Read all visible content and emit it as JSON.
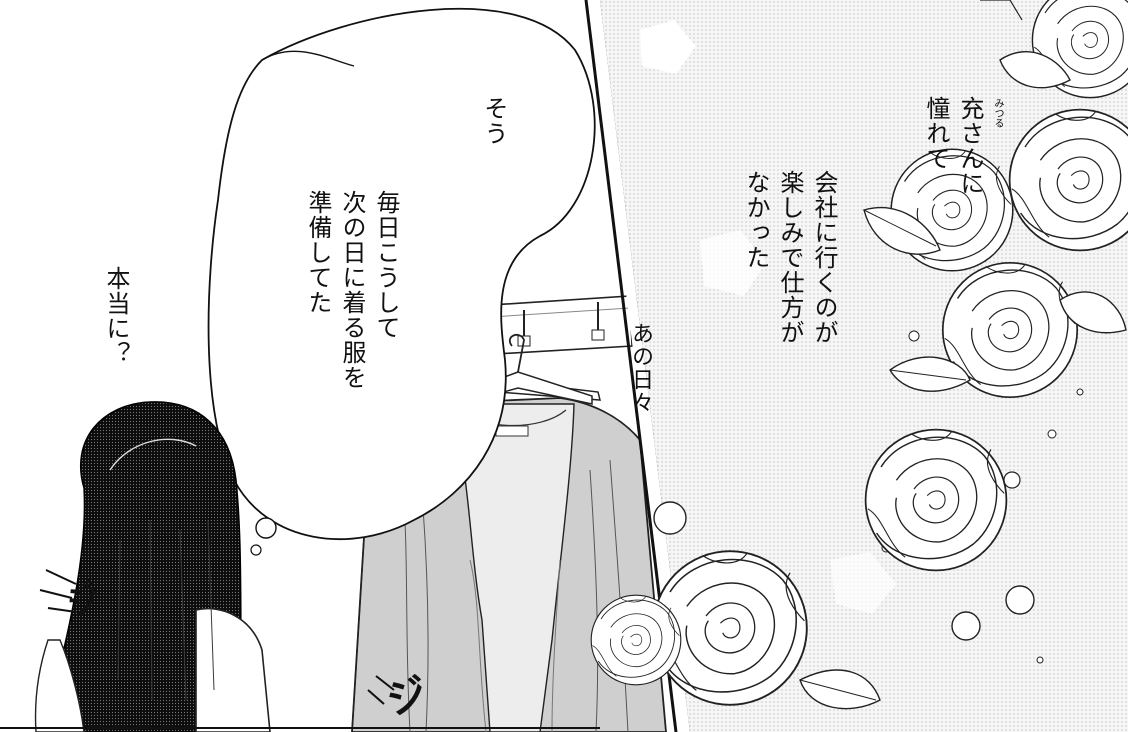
{
  "panel_left": {
    "thought_bubble": {
      "line_1": "そう",
      "line_2": "毎日こうして",
      "line_3": "次の日に着る服を",
      "line_4": "準備してた"
    },
    "speech_reply": "本当に？",
    "sfx_rustle": "ジ",
    "sfx_shock": "ジ"
  },
  "panel_right": {
    "caption_those_days": "あの日々",
    "narration_1_line_1": "充さんに",
    "narration_1_line_2": "憧れて",
    "narration_1_ruby": "みつる",
    "narration_2_line_1": "会社に行くのが",
    "narration_2_line_2": "楽しみで仕方が",
    "narration_2_line_3": "なかった"
  }
}
